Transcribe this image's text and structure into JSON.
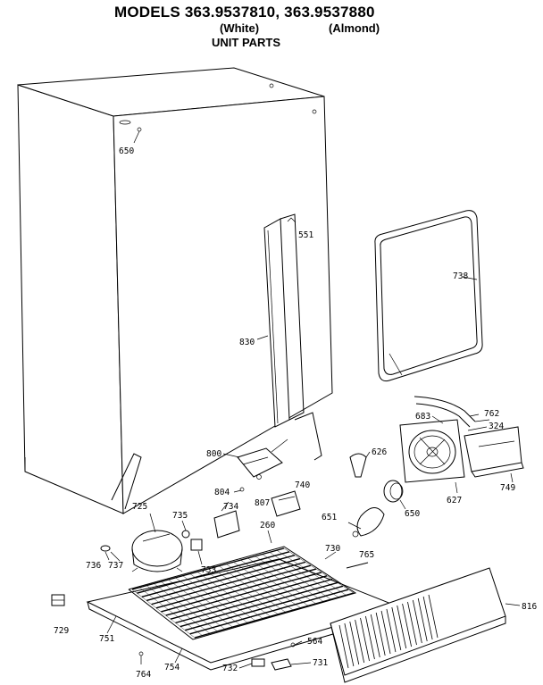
{
  "header": {
    "models": "MODELS 363.9537810, 363.9537880",
    "white": "(White)",
    "almond": "(Almond)",
    "section": "UNIT PARTS"
  },
  "parts": {
    "p650a": "650",
    "p551": "551",
    "p738": "738",
    "p830": "830",
    "p762": "762",
    "p683": "683",
    "p324": "324",
    "p800": "800",
    "p626": "626",
    "p804": "804",
    "p807": "807",
    "p740": "740",
    "p650b": "650",
    "p627": "627",
    "p749": "749",
    "p725": "725",
    "p735": "735",
    "p734": "734",
    "p260": "260",
    "p651": "651",
    "p730": "730",
    "p765": "765",
    "p736": "736",
    "p737": "737",
    "p733": "733",
    "p816": "816",
    "p729": "729",
    "p751": "751",
    "p564": "564",
    "p764": "764",
    "p754": "754",
    "p732": "732",
    "p731": "731"
  }
}
